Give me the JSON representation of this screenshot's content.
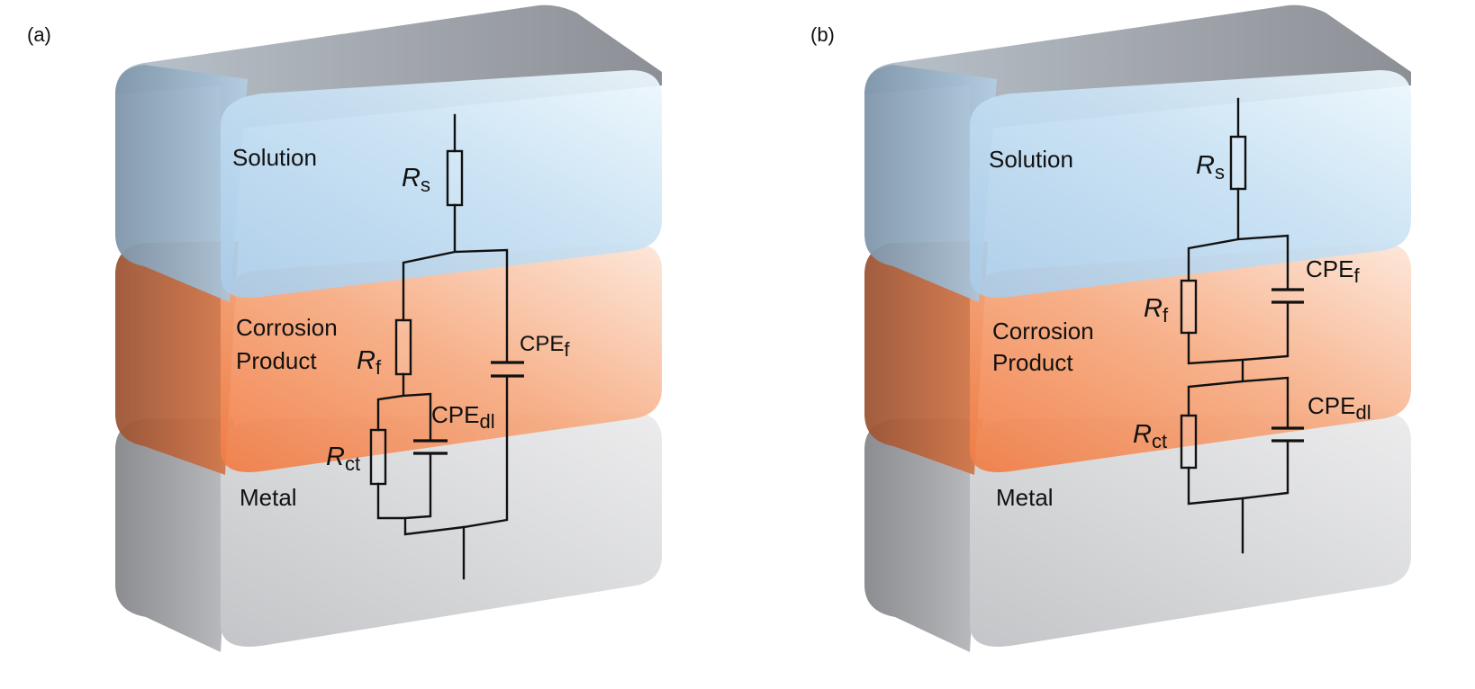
{
  "panels": [
    {
      "label": "(a)",
      "layers": {
        "solution": "Solution",
        "corrosion_line1": "Corrosion",
        "corrosion_line2": "Product",
        "metal": "Metal"
      },
      "components": {
        "rs": {
          "sym": "R",
          "sub": "s"
        },
        "rf": {
          "sym": "R",
          "sub": "f"
        },
        "cpef": {
          "sym": "CPE",
          "sub": "f"
        },
        "cpedl": {
          "sym": "CPE",
          "sub": "dl"
        },
        "rct": {
          "sym": "R",
          "sub": "ct"
        }
      }
    },
    {
      "label": "(b)",
      "layers": {
        "solution": "Solution",
        "corrosion_line1": "Corrosion",
        "corrosion_line2": "Product",
        "metal": "Metal"
      },
      "components": {
        "rs": {
          "sym": "R",
          "sub": "s"
        },
        "rf": {
          "sym": "R",
          "sub": "f"
        },
        "cpef": {
          "sym": "CPE",
          "sub": "f"
        },
        "cpedl": {
          "sym": "CPE",
          "sub": "dl"
        },
        "rct": {
          "sym": "R",
          "sub": "ct"
        }
      }
    }
  ],
  "colors": {
    "solution_light": "#e9f5fc",
    "solution_mid": "#b7d6ee",
    "solution_side": "#8da3b6",
    "corrosion_light": "#fde3d3",
    "corrosion_mid": "#f3925e",
    "corrosion_side": "#b0623e",
    "metal_light": "#e6e6e8",
    "metal_mid": "#c9cacd",
    "metal_side": "#8e8f93",
    "top_face": "#9ea2a8",
    "wire": "#111111"
  }
}
